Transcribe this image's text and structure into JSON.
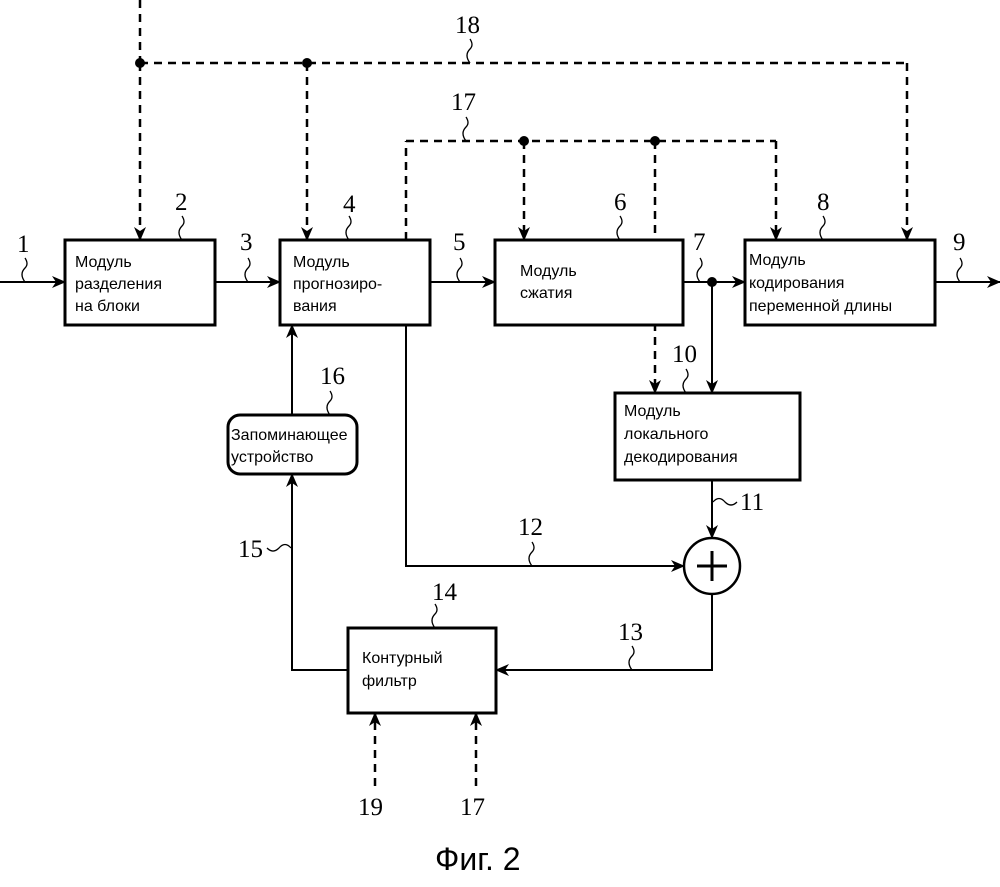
{
  "figure": {
    "caption": "Фиг. 2",
    "colors": {
      "ink": "#000000",
      "background": "#ffffff"
    }
  },
  "blocks": {
    "block_divider": {
      "ref": "2",
      "lines": [
        "Модуль",
        "разделения",
        "на блоки"
      ]
    },
    "prediction": {
      "ref": "4",
      "lines": [
        "Модуль",
        "прогнозиро-",
        "вания"
      ]
    },
    "compression": {
      "ref": "6",
      "lines": [
        "Модуль",
        "сжатия"
      ]
    },
    "vlc": {
      "ref": "8",
      "lines": [
        "Модуль",
        "кодирования",
        "переменной длины"
      ]
    },
    "local_decoding": {
      "ref": "10",
      "lines": [
        "Модуль",
        "локального",
        "декодирования"
      ]
    },
    "loop_filter": {
      "ref": "14",
      "lines": [
        "Контурный",
        "фильтр"
      ]
    },
    "memory": {
      "ref": "16",
      "lines": [
        "Запоминающее",
        "устройство"
      ]
    },
    "adder": {
      "symbol": "+"
    }
  },
  "signals": {
    "input": "1",
    "s3": "3",
    "s5": "5",
    "s7": "7",
    "output": "9",
    "s11": "11",
    "s12": "12",
    "s13": "13",
    "s15": "15",
    "ctrl17": "17",
    "ctrl18": "18",
    "ctrl19": "19",
    "ctrl17_bottom": "17"
  }
}
